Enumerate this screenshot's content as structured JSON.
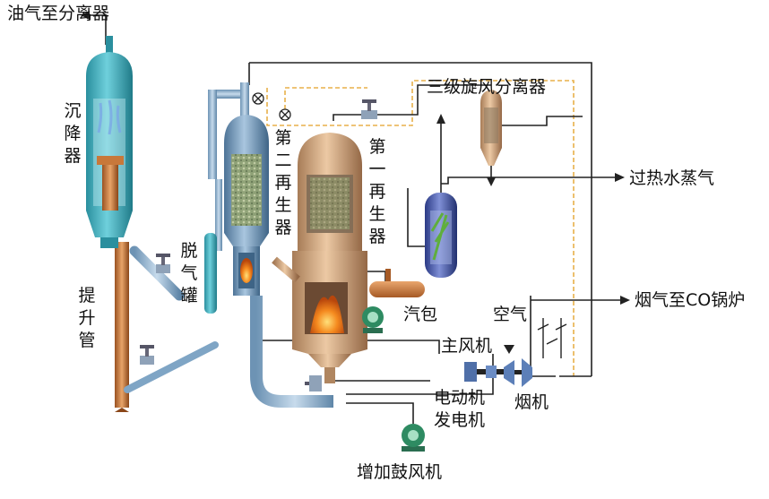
{
  "labels": {
    "oil_gas_to_separator": "油气至分离器",
    "settler": "沉降器",
    "riser": "提升管",
    "degassing_tank": "脱气罐",
    "second_regenerator": "第二再生器",
    "first_regenerator": "第一再生器",
    "third_stage_separator": "三级旋风分离器",
    "superheated_steam": "过热水蒸气",
    "steam_drum": "汽包",
    "air": "空气",
    "flue_gas_to_co_boiler": "烟气至CO锅炉",
    "main_blower": "主风机",
    "motor_generator": "电动机\n发电机",
    "expander": "烟机",
    "booster_blower": "增加鼓风机"
  },
  "colors": {
    "settler": "#3aa6b4",
    "regen2": "#6f93b5",
    "regen1": "#c9a07a",
    "pipe_blue": "#8eb2cf",
    "riser_copper": "#c8783a",
    "fire": "#f07a1a",
    "signal_line": "#e8b04a",
    "line": "#222222"
  }
}
